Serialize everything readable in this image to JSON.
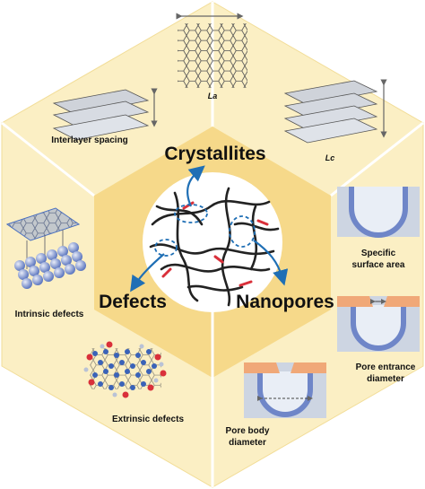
{
  "sections": {
    "crystallites": {
      "title": "Crystallites",
      "labels": [
        "La",
        "Interlayer spacing",
        "Lc"
      ]
    },
    "defects": {
      "title": "Defects",
      "labels": [
        "Intrinsic defects",
        "Extrinsic defects"
      ]
    },
    "nanopores": {
      "title": "Nanopores",
      "labels": [
        "Specific surface area",
        "Pore entrance diameter",
        "Pore body diameter"
      ]
    }
  },
  "text": {
    "la": "La",
    "lc": "Lc",
    "interlayer": "Interlayer spacing",
    "crystallites": "Crystallites",
    "defects": "Defects",
    "nanopores": "Nanopores",
    "intrinsic": "Intrinsic defects",
    "extrinsic": "Extrinsic defects",
    "specific_1": "Specific",
    "specific_2": "surface area",
    "entrance_1": "Pore entrance",
    "entrance_2": "diameter",
    "body_1": "Pore body",
    "body_2": "diameter"
  },
  "colors": {
    "outer_hex": "#fbefc4",
    "inner_hex": "#f6d98a",
    "divider": "#ffffff",
    "arrow_blue": "#1f6fb5",
    "pore_blue": "#6f86c8",
    "pore_orange": "#f0a878",
    "defect_red": "#d9303a",
    "defect_blue": "#3b63b8"
  }
}
